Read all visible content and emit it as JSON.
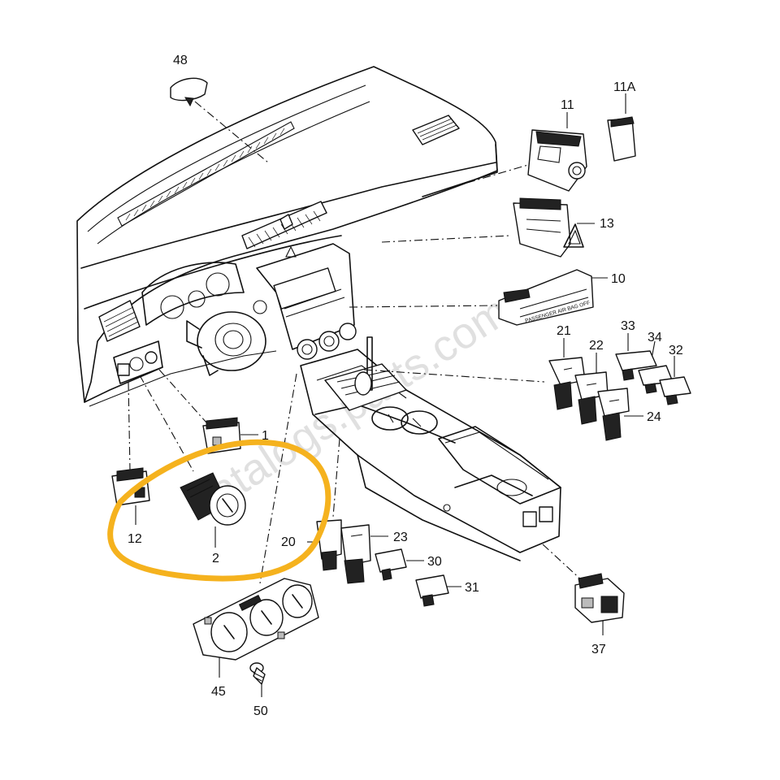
{
  "diagram": {
    "watermark": "catalogs.parts.com",
    "highlight_color": "#F5B21E",
    "part_numbers": {
      "p48": "48",
      "p11": "11",
      "p11A": "11A",
      "p13": "13",
      "p10": "10",
      "p21": "21",
      "p22": "22",
      "p33": "33",
      "p34": "34",
      "p32": "32",
      "p24": "24",
      "p1": "1",
      "p12": "12",
      "p2": "2",
      "p20": "20",
      "p23": "23",
      "p30": "30",
      "p31": "31",
      "p37": "37",
      "p45": "45",
      "p50": "50"
    },
    "imprinted_text": {
      "passenger_airbag": "PASSENGER AIR BAG OFF"
    }
  }
}
